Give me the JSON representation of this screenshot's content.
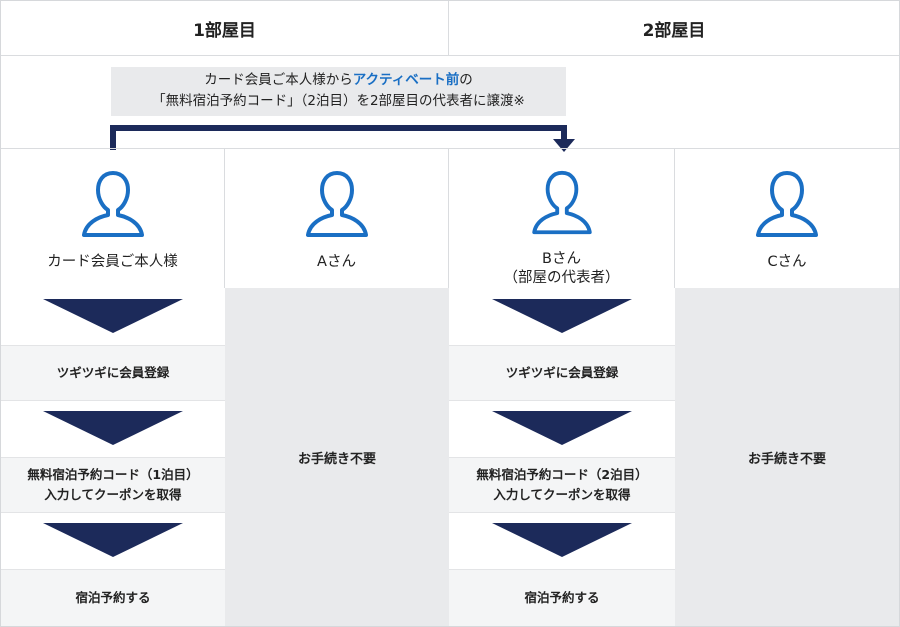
{
  "rooms": {
    "room1": "1部屋目",
    "room2": "2部屋目"
  },
  "transfer_note": {
    "line1_prefix": "カード会員ご本人様から",
    "line1_highlight": "アクティベート前",
    "line1_suffix": "の",
    "line2": "「無料宿泊予約コード」（2泊目）を2部屋目の代表者に譲渡※"
  },
  "people": {
    "p1": "カード会員ご本人様",
    "p2": "Aさん",
    "p3_line1": "Bさん",
    "p3_line2": "（部屋の代表者）",
    "p4": "Cさん"
  },
  "no_procedure": "お手続き不要",
  "flow_left": {
    "step1": "ツギツギに会員登録",
    "step2_line1": "無料宿泊予約コード（1泊目）",
    "step2_line2": "入力してクーポンを取得",
    "step3": "宿泊予約する"
  },
  "flow_right": {
    "step1": "ツギツギに会員登録",
    "step2_line1": "無料宿泊予約コード（2泊目）",
    "step2_line2": "入力してクーポンを取得",
    "step3": "宿泊予約する"
  },
  "colors": {
    "navy": "#1c2a5a",
    "icon_blue": "#1a6fc4",
    "highlight": "#1a6fc4",
    "grey": "#e9eaec"
  },
  "icons": {
    "person": "person-outline-icon",
    "arrow": "down-triangle-icon"
  }
}
